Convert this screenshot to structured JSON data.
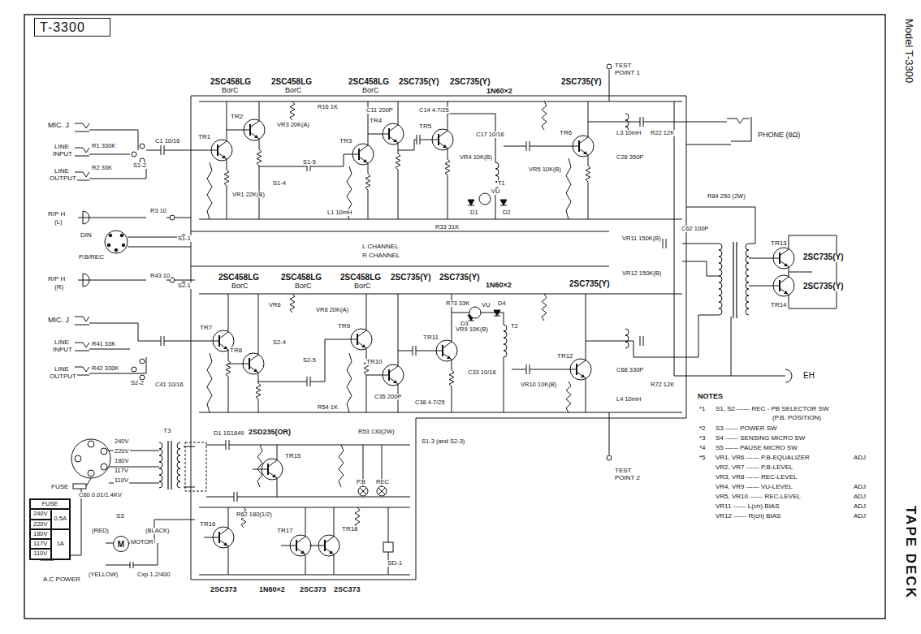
{
  "diagram": {
    "title": "T-3300",
    "nodes": [
      {
        "text": [
          "FUSE",
          "240V",
          "220V",
          "180V",
          "117V",
          "110V",
          "0.5A",
          "1A"
        ]
      },
      {
        "text": [
          "M"
        ]
      }
    ],
    "labels": [
      "Model T-3300",
      "TAPE DECK",
      "2SC458LG",
      "BorC",
      "2SC458LG",
      "BorC",
      "2SC458LG",
      "BorC",
      "2SC735(Y)",
      "2SC735(Y)",
      "1N60×2",
      "2SC735(Y)",
      "TEST",
      "POINT 1",
      "PHONE (8Ω)",
      "MIC. J",
      "LINE",
      "INPUT",
      "R1 330K",
      "R2 33K",
      "LINE",
      "OUTPUT",
      "R/P H",
      "(L)",
      "DIN",
      "P.B/REC",
      "R/P H",
      "(R)",
      "MIC. J",
      "LINE",
      "INPUT",
      "R41 33K",
      "R42 330K",
      "LINE",
      "OUTPUT",
      "S1-2",
      "C1 10/16",
      "R3 10",
      "S1-1",
      "R43 10",
      "S2-1",
      "S2-2",
      "C41 10/16",
      "L CHANNEL",
      "R CHANNEL",
      "2SC458LG",
      "BorC",
      "2SC458LG",
      "BorC",
      "2SC458LG",
      "BorC",
      "2SC735(Y)",
      "2SC735(Y)",
      "1N60×2",
      "2SC735(Y)",
      "TR1",
      "TR2",
      "TR3",
      "TR4",
      "TR5",
      "TR6",
      "TR7",
      "TR8",
      "TR9",
      "TR10",
      "TR11",
      "TR12",
      "TR13",
      "TR14",
      "2SC735(Y)",
      "2SC735(Y)",
      "VR11 150K(B)",
      "VR12 150K(B)",
      "C62 100P",
      "R84 250 (2W)",
      "EH",
      "TEST",
      "POINT 2",
      "T3",
      "240V",
      "220V",
      "180V",
      "117V",
      "110V",
      "D1 1S1849",
      "2SD235(OR)",
      "R53 130(2W)",
      "S1-3 (and S2-3)",
      "P.B",
      "REC",
      "TR15",
      "FUSE",
      "C60 0.01/1.4KV",
      "S3",
      "A.C POWER",
      "(RED)",
      "(BLACK)",
      "MOTOR",
      "(YELLOW)",
      "Cxp 1.2/400",
      "TR16",
      "TR17",
      "TR18",
      "R62 180(1/2)",
      "2SC373",
      "1N60×2",
      "2SC373",
      "2SC373",
      "SD-1",
      "NOTES",
      "*1",
      "S1, S2 ------ REC - PB SELECTOR SW",
      "(P.B. POSITION)",
      "*2",
      "S3 ------ POWER SW",
      "*3",
      "S4 ------ SENSING MICRO SW",
      "*4",
      "S5 ------ PAUSE MICRO SW",
      "*5",
      "VR1, VR6 ------ P.B-EQUALIZER",
      "ADJ",
      "VR2, VR7 ------ P.B-LEVEL",
      "VR3, VR8 ------ REC-LEVEL",
      "VR4, VR9 ------ VU-LEVEL",
      "ADJ",
      "VR5, VR10 ------ REC-LEVEL",
      "ADJ",
      "VR11 ------ L(ch) BIAS",
      "ADJ",
      "VR12 ------ R(ch) BIAS",
      "ADJ",
      "VU",
      "VU",
      "L1 10mH",
      "L3 10mH",
      "C28 350P",
      "R22 12K",
      "L4 10mH",
      "C68 330P",
      "R72 12K",
      "R33 31K",
      "R73 33K",
      "R16 1K",
      "R54 1K",
      "VR1 22K(B)",
      "VR6",
      "VR3 20K(A)",
      "VR8 20K(A)",
      "VR4 10K(B)",
      "VR9 10K(B)",
      "VR5 10K(B)",
      "VR10 10K(B)",
      "T1",
      "T2",
      "D1",
      "D2",
      "D3",
      "D4",
      "C17 10/16",
      "C33 10/16",
      "C14 4.7/25",
      "C38 4.7/25",
      "C11 200P",
      "C35 200P",
      "S1-4",
      "S1-5",
      "S2-4",
      "S2-5"
    ]
  }
}
